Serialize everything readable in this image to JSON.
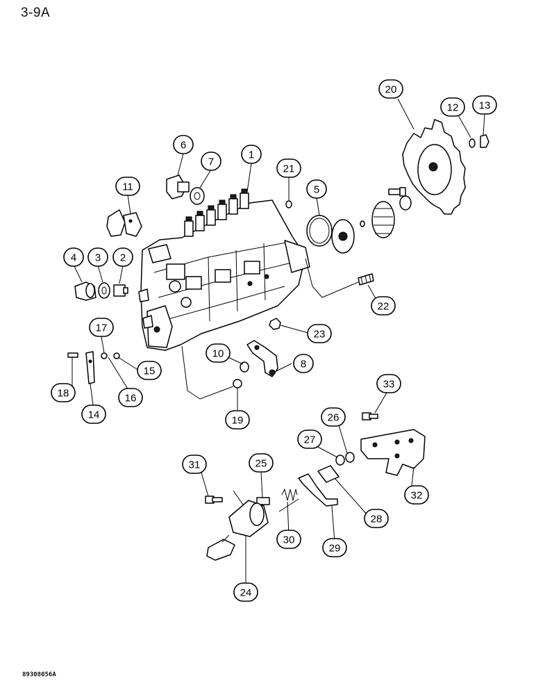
{
  "page_label": "3-9A",
  "figure_code": "89308056A",
  "callouts": [
    {
      "id": "callout-1",
      "label": "1"
    },
    {
      "id": "callout-2",
      "label": "2"
    },
    {
      "id": "callout-3",
      "label": "3"
    },
    {
      "id": "callout-4",
      "label": "4"
    },
    {
      "id": "callout-5",
      "label": "5"
    },
    {
      "id": "callout-6",
      "label": "6"
    },
    {
      "id": "callout-7",
      "label": "7"
    },
    {
      "id": "callout-8",
      "label": "8"
    },
    {
      "id": "callout-10",
      "label": "10"
    },
    {
      "id": "callout-11",
      "label": "11"
    },
    {
      "id": "callout-12",
      "label": "12"
    },
    {
      "id": "callout-13",
      "label": "13"
    },
    {
      "id": "callout-14",
      "label": "14"
    },
    {
      "id": "callout-15",
      "label": "15"
    },
    {
      "id": "callout-16",
      "label": "16"
    },
    {
      "id": "callout-17",
      "label": "17"
    },
    {
      "id": "callout-18",
      "label": "18"
    },
    {
      "id": "callout-19",
      "label": "19"
    },
    {
      "id": "callout-20",
      "label": "20"
    },
    {
      "id": "callout-21",
      "label": "21"
    },
    {
      "id": "callout-22",
      "label": "22"
    },
    {
      "id": "callout-23",
      "label": "23"
    },
    {
      "id": "callout-24",
      "label": "24"
    },
    {
      "id": "callout-25",
      "label": "25"
    },
    {
      "id": "callout-26",
      "label": "26"
    },
    {
      "id": "callout-27",
      "label": "27"
    },
    {
      "id": "callout-28",
      "label": "28"
    },
    {
      "id": "callout-29",
      "label": "29"
    },
    {
      "id": "callout-30",
      "label": "30"
    },
    {
      "id": "callout-31",
      "label": "31"
    },
    {
      "id": "callout-32",
      "label": "32"
    },
    {
      "id": "callout-33",
      "label": "33"
    }
  ]
}
